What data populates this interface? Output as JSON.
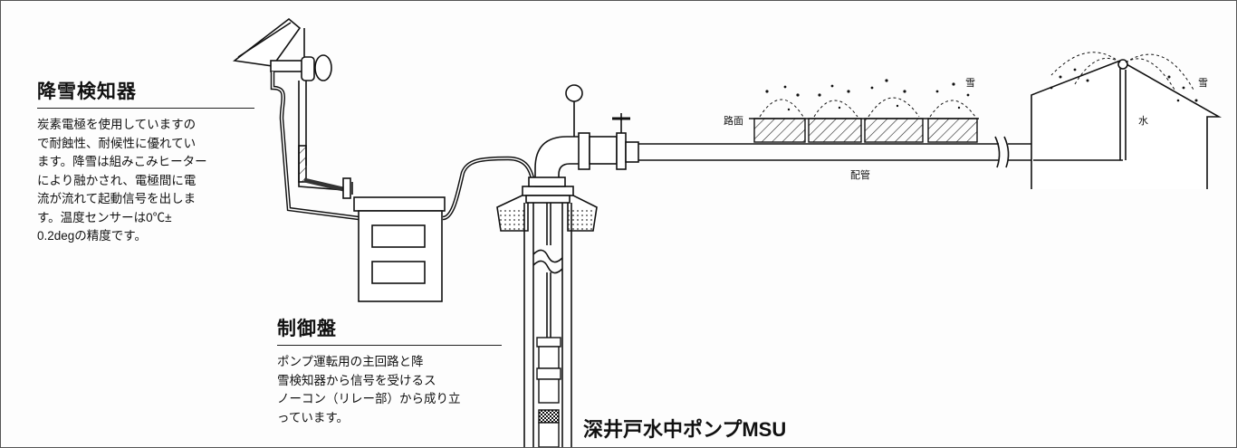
{
  "snow_detector": {
    "heading": "降雪検知器",
    "description": "炭素電極を使用していますの\nで耐蝕性、耐候性に優れてい\nます。降雪は組みこみヒーター\nにより融かされ、電極間に電\n流が流れて起動信号を出しま\nす。温度センサーは0℃±\n0.2degの精度です。"
  },
  "control_panel": {
    "heading": "制御盤",
    "description": "ポンプ運転用の主回路と降\n雪検知器から信号を受けるス\nノーコン（リレー部）から成り立\nっています。"
  },
  "pump": {
    "title": "深井戸水中ポンプMSU"
  },
  "diagram_labels": {
    "road_surface": "路面",
    "snow_road": "雪",
    "piping": "配管",
    "water": "水",
    "snow_roof": "雪"
  }
}
